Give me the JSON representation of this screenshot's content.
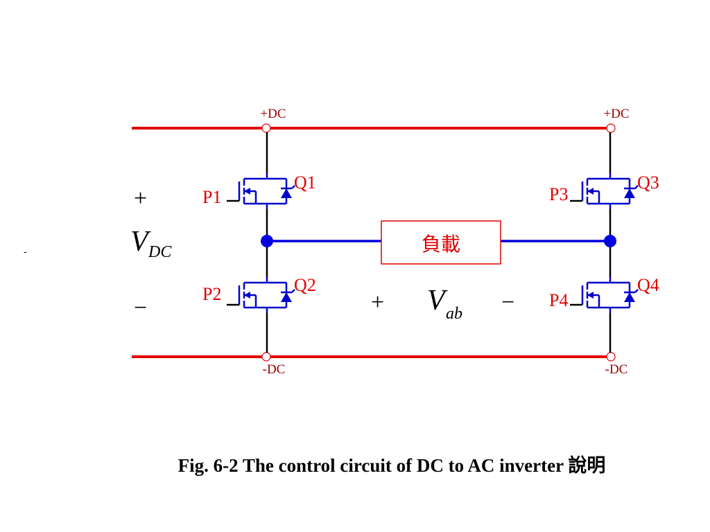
{
  "rails": {
    "top_label": "+DC",
    "bottom_label": "-DC"
  },
  "source": {
    "plus": "+",
    "minus": "−",
    "v": "V",
    "v_sub": "DC"
  },
  "switches": [
    {
      "q": "Q1",
      "p": "P1"
    },
    {
      "q": "Q2",
      "p": "P2"
    },
    {
      "q": "Q3",
      "p": "P3"
    },
    {
      "q": "Q4",
      "p": "P4"
    }
  ],
  "load": {
    "label": "負載"
  },
  "output": {
    "plus": "+",
    "minus": "−",
    "v": "V",
    "v_sub": "ab"
  },
  "stray_mark": "-",
  "caption": "Fig. 6-2 The control circuit of DC to AC inverter 說明",
  "colors": {
    "rail": "#e00000",
    "wire": "#0000e0",
    "device": "#0000cc",
    "label": "#e00000"
  }
}
